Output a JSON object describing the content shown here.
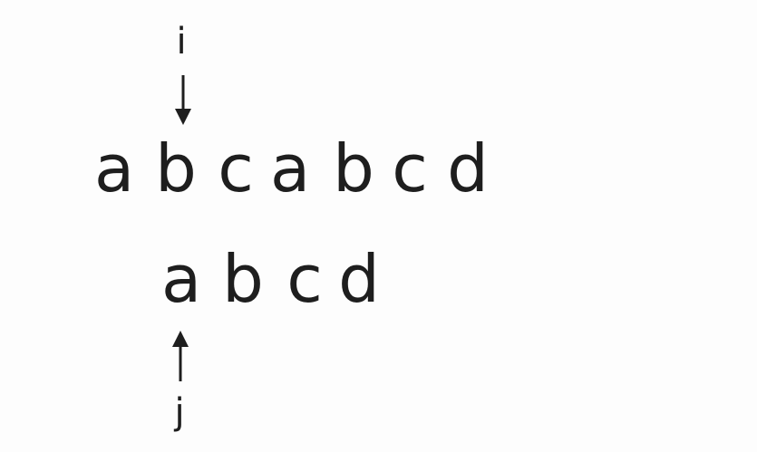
{
  "pointer_i": {
    "label": "i"
  },
  "pointer_j": {
    "label": "j"
  },
  "text_string": [
    "a",
    "b",
    "c",
    "a",
    "b",
    "c",
    "d"
  ],
  "pattern_string": [
    "a",
    "b",
    "c",
    "d"
  ],
  "colors": {
    "ink": "#1e1e1e",
    "background": "#fdfdfd"
  }
}
